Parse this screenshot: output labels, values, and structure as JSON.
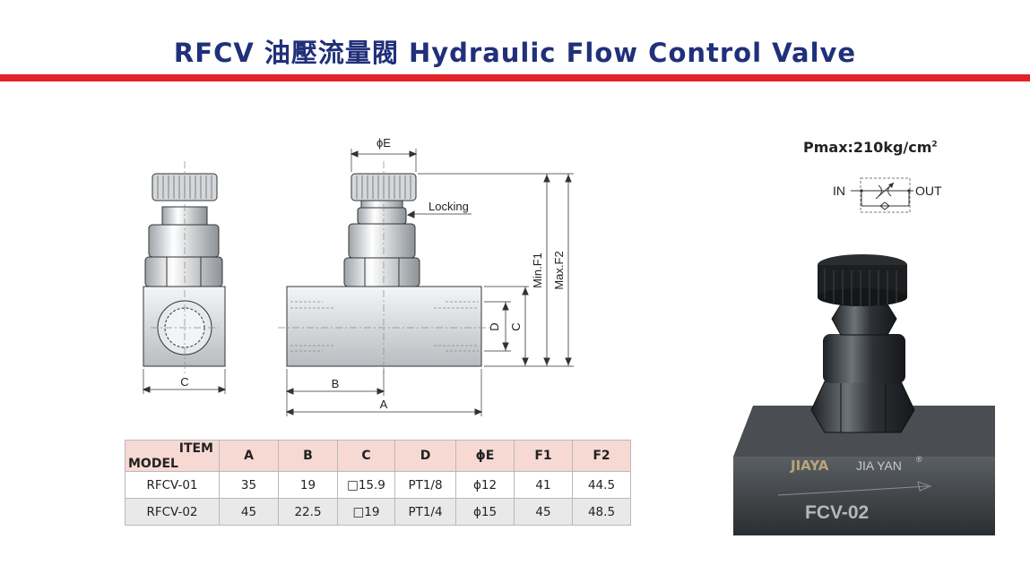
{
  "header": {
    "title": "RFCV 油壓流量閥 Hydraulic Flow Control Valve"
  },
  "drawing": {
    "dim_phiE": "ϕE",
    "locking": "Locking",
    "min_f1": "Min.F1",
    "max_f2": "Max.F2",
    "dim_D": "D",
    "dim_C_side": "C",
    "dim_C_front": "C",
    "dim_B": "B",
    "dim_A": "A"
  },
  "spec": {
    "pmax": "Pmax:210kg/cm",
    "pmax_sup": "2",
    "symbol_in": "IN",
    "symbol_out": "OUT"
  },
  "product_photo": {
    "brand_logo": "JIAYA",
    "brand_name": "JIA YAN",
    "brand_mark": "®",
    "model_mark": "FCV-02"
  },
  "table": {
    "corner_item": "ITEM",
    "corner_model": "MODEL",
    "columns": [
      "A",
      "B",
      "C",
      "D",
      "ϕE",
      "F1",
      "F2"
    ],
    "rows": [
      [
        "RFCV-01",
        "35",
        "19",
        "□15.9",
        "PT1/8",
        "ϕ12",
        "41",
        "44.5"
      ],
      [
        "RFCV-02",
        "45",
        "22.5",
        "□19",
        "PT1/4",
        "ϕ15",
        "45",
        "48.5"
      ]
    ]
  }
}
